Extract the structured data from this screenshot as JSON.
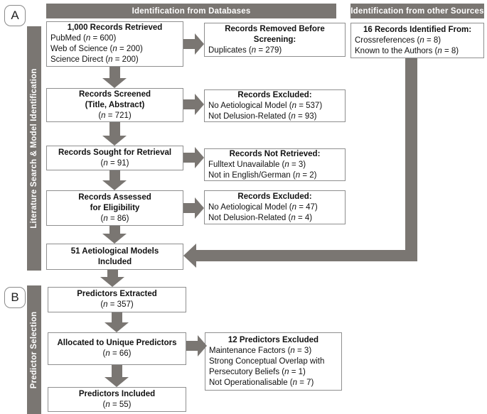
{
  "colors": {
    "gray": "#7a7672",
    "border": "#8f8f8f"
  },
  "panels": {
    "a_label": "A",
    "b_label": "B"
  },
  "section_headers": {
    "databases": "Identification from Databases",
    "other_sources": "Identification from other Sources"
  },
  "side_labels": {
    "a": "Literature Search & Model Identification",
    "b": "Predictor Selection"
  },
  "boxes": {
    "retrieved": {
      "title_lines": [
        "1,000 Records Retrieved"
      ],
      "lines": [
        "PubMed (n = 600)",
        "Web of Science (n = 200)",
        "Science Direct (n = 200)"
      ]
    },
    "removed": {
      "title_lines": [
        "Records Removed Before",
        "Screening:"
      ],
      "lines": [
        "Duplicates (n = 279)"
      ]
    },
    "other_sources": {
      "title_lines": [
        "16 Records Identified From:"
      ],
      "lines": [
        "Crossreferences (n = 8)",
        "Known to the Authors (n = 8)"
      ]
    },
    "screened": {
      "title_lines": [
        "Records Screened",
        "(Title, Abstract)"
      ],
      "lines": [
        "(n = 721)"
      ]
    },
    "excluded_screening": {
      "title_lines": [
        "Records Excluded:"
      ],
      "lines": [
        "No Aetiological Model (n = 537)",
        "Not Delusion-Related (n = 93)"
      ]
    },
    "sought": {
      "title_lines": [
        "Records Sought for Retrieval"
      ],
      "lines": [
        "(n = 91)"
      ]
    },
    "not_retrieved": {
      "title_lines": [
        "Records Not Retrieved:"
      ],
      "lines": [
        "Fulltext Unavailable (n = 3)",
        "Not in English/German (n = 2)"
      ]
    },
    "assessed": {
      "title_lines": [
        "Records Assessed",
        "for Eligibility"
      ],
      "lines": [
        "(n = 86)"
      ]
    },
    "excluded_eligibility": {
      "title_lines": [
        "Records Excluded:"
      ],
      "lines": [
        "No Aetiological Model (n = 47)",
        "Not Delusion-Related (n = 4)"
      ]
    },
    "models_included": {
      "title_lines": [
        "51 Aetiological Models",
        "Included"
      ]
    },
    "extracted": {
      "title_lines": [
        "Predictors Extracted"
      ],
      "lines": [
        "(n = 357)"
      ]
    },
    "allocated": {
      "title_lines": [
        "Allocated to Unique Predictors"
      ],
      "lines": [
        "(n = 66)"
      ]
    },
    "predictors_excluded": {
      "title_lines": [
        "12 Predictors Excluded"
      ],
      "lines": [
        "Maintenance Factors (n = 3)",
        "Strong Conceptual Overlap with",
        "Persecutory Beliefs (n = 1)",
        "Not Operationalisable (n = 7)"
      ]
    },
    "predictors_included": {
      "title_lines": [
        "Predictors Included"
      ],
      "lines": [
        "(n = 55)"
      ]
    }
  }
}
